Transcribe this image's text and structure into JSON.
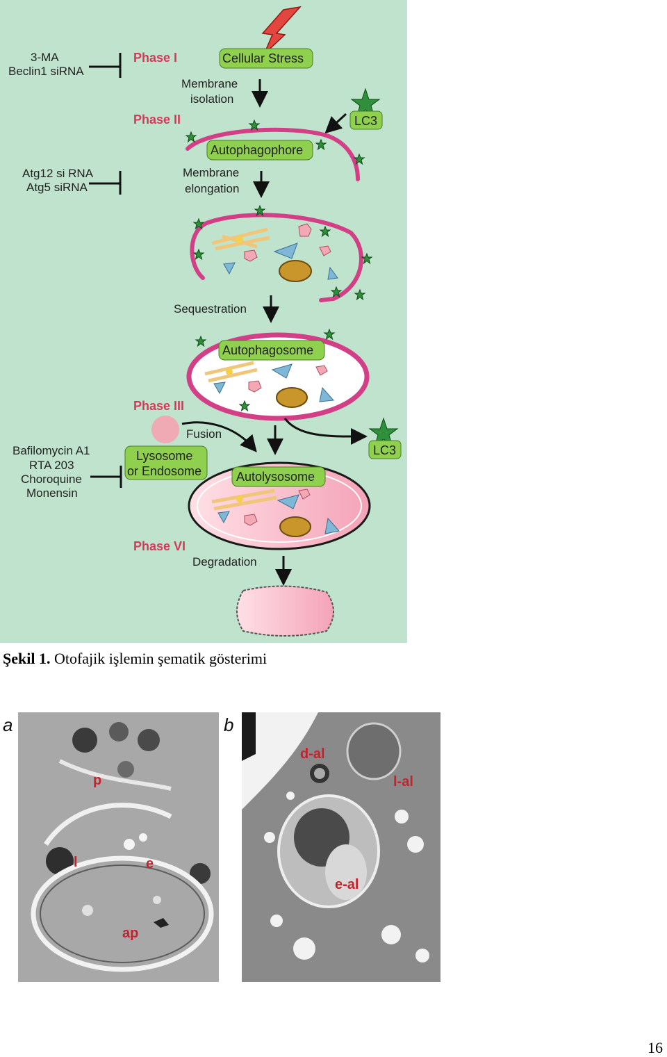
{
  "diagram": {
    "background": "#bfe3cc",
    "inhibitors_phase1": [
      "3-MA",
      "Beclin1 siRNA"
    ],
    "inhibitors_phase2": [
      "Atg12 si RNA",
      "Atg5 siRNA"
    ],
    "inhibitors_phase3": [
      "Bafilomycin A1",
      "RTA 203",
      "Choroquine",
      "Monensin"
    ],
    "phase1": "Phase I",
    "phase2": "Phase II",
    "phase3": "Phase III",
    "phase4": "Phase VI",
    "cellular_stress": "Cellular Stress",
    "membrane_isolation": [
      "Membrane",
      "isolation"
    ],
    "lc3": "LC3",
    "autophagophore": "Autophagophore",
    "membrane_elongation": [
      "Membrane",
      "elongation"
    ],
    "sequestration": "Sequestration",
    "autophagosome": "Autophagosome",
    "fusion": "Fusion",
    "lysosome": [
      "Lysosome",
      "or Endosome"
    ],
    "autolysosome": "Autolysosome",
    "degradation": "Degradation",
    "colors": {
      "tag_green": "#8fd14f",
      "membrane": "#d23f86",
      "phase_text": "#d43a5a",
      "star": "#2f8f3a"
    }
  },
  "caption": {
    "label": "Şekil 1.",
    "text": " Otofajik işlemin şematik gösterimi"
  },
  "micrographs": {
    "panel_a": {
      "letter": "a",
      "labels": [
        "p",
        "l",
        "e",
        "ap"
      ]
    },
    "panel_b": {
      "letter": "b",
      "labels": [
        "d-al",
        "l-al",
        "e-al"
      ]
    }
  },
  "page_number": "16"
}
